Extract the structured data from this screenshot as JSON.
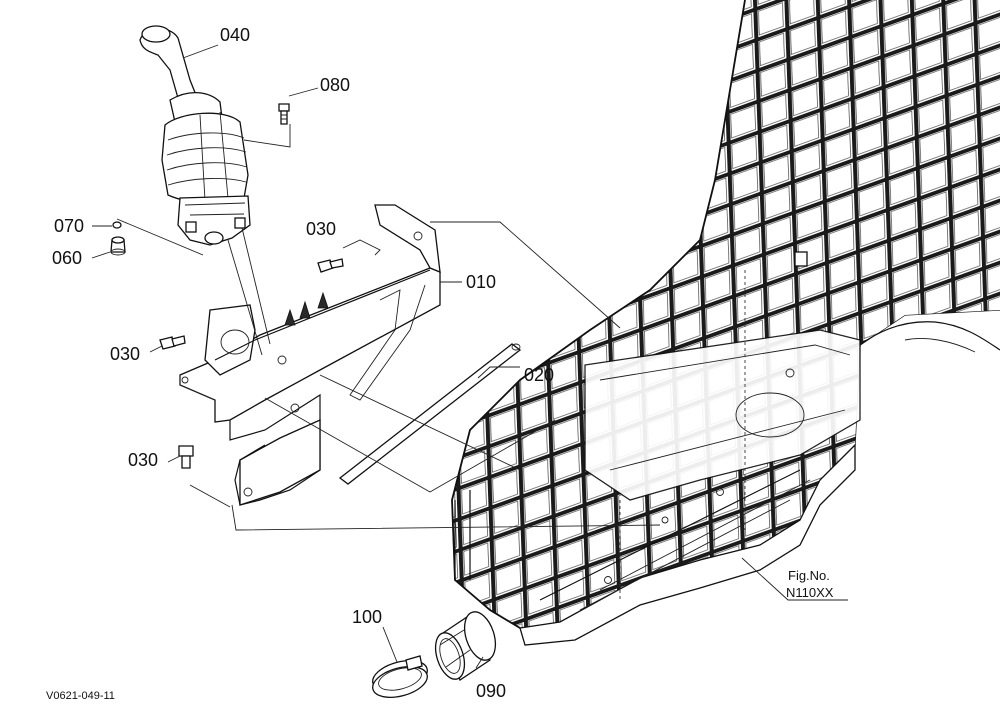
{
  "labels": {
    "p010": "010",
    "p020": "020",
    "p030a": "030",
    "p030b": "030",
    "p030c": "030",
    "p040": "040",
    "p060": "060",
    "p070": "070",
    "p080": "080",
    "p090": "090",
    "p100": "100"
  },
  "figure": {
    "line1": "Fig.No.",
    "line2": "N110XX"
  },
  "drawing_code": "V0621-049-11"
}
